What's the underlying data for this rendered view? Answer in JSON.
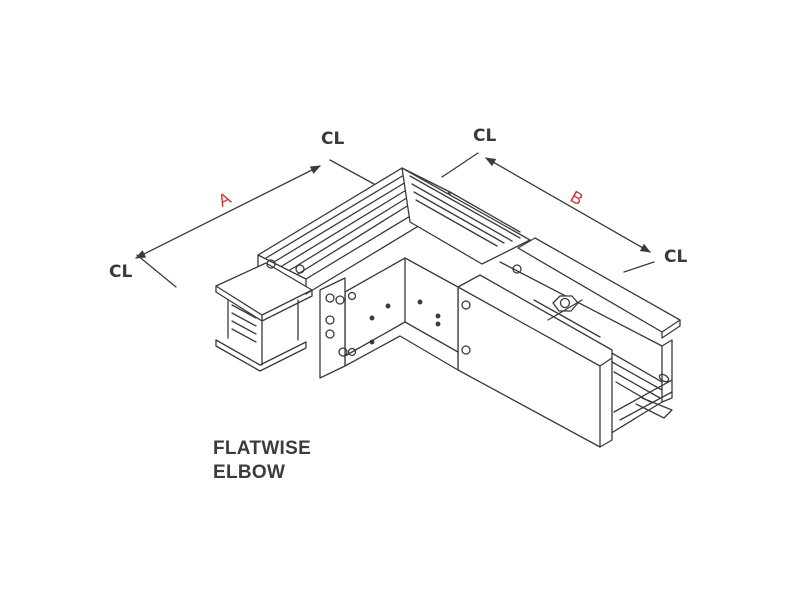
{
  "centerline_symbol": "CL",
  "dimensions": {
    "a": "A",
    "b": "B"
  },
  "caption": {
    "line1": "FLATWISE",
    "line2": "ELBOW"
  },
  "colors": {
    "outline": "#3a3a3a",
    "dimension_label": "#d0312d",
    "caption": "#3c3c3c"
  }
}
